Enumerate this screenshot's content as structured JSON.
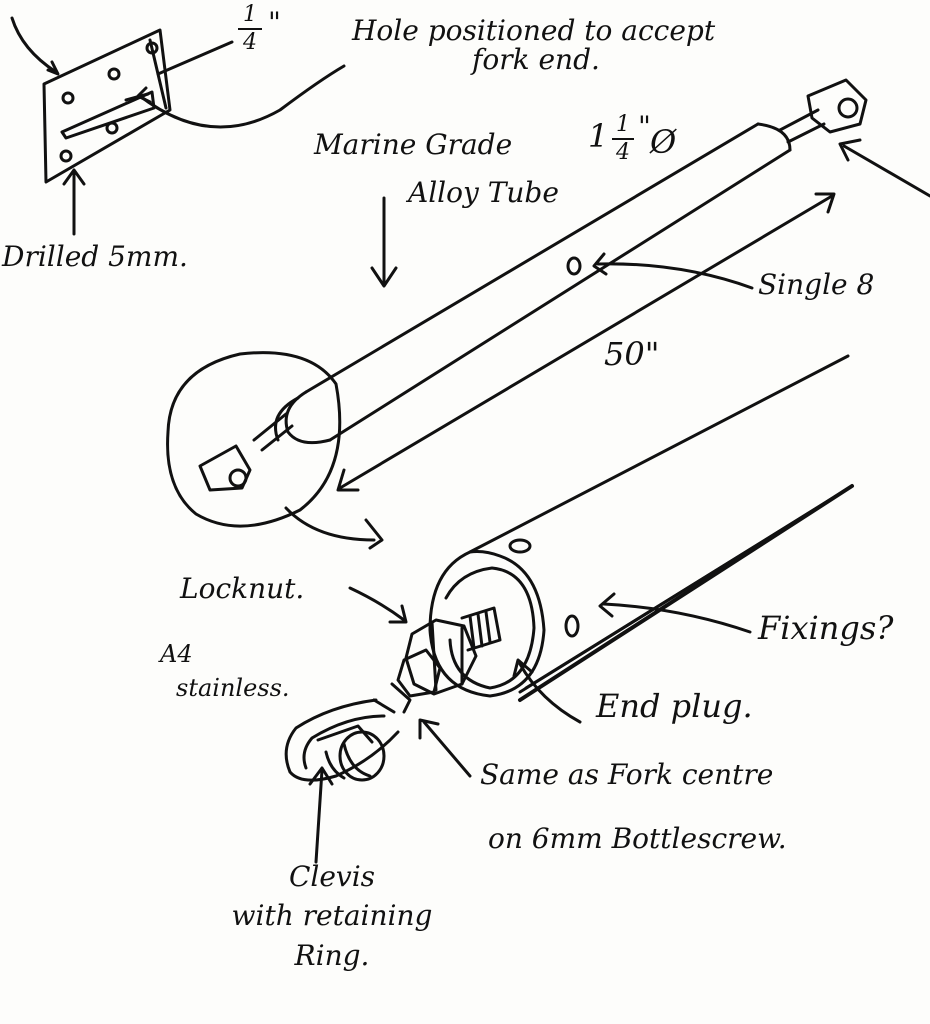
{
  "labels": {
    "hole": [
      "Hole positioned to accept",
      "fork end."
    ],
    "drilled": "Drilled 5mm.",
    "marine": [
      "Marine Grade",
      "Alloy Tube"
    ],
    "diameter_whole": "1",
    "fraction_num": "1",
    "fraction_den": "4",
    "inch_mark": "\"",
    "diameter_symbol": "Ø",
    "quarter_num": "1",
    "quarter_den": "4",
    "single": "Single 8",
    "length": "50\"",
    "locknut": "Locknut.",
    "a4": [
      "A4",
      "stainless."
    ],
    "fixings": "Fixings?",
    "endplug": "End plug.",
    "same": [
      "Same as Fork centre",
      "on 6mm Bottlescrew."
    ],
    "clevis": [
      "Clevis",
      "with retaining",
      "Ring."
    ]
  },
  "colors": {
    "ink": "#111111",
    "paper": "#fdfdfb"
  }
}
